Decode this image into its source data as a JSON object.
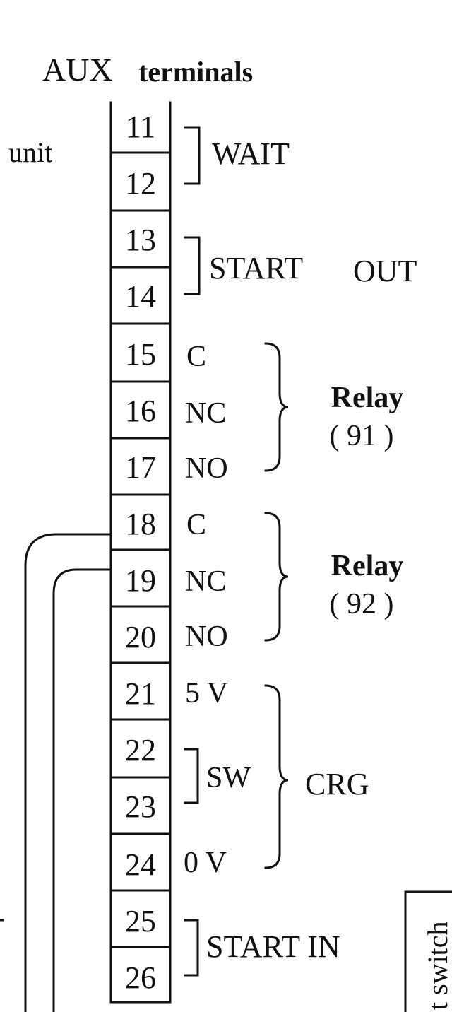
{
  "title": {
    "part1": "AUX",
    "part2": "terminals"
  },
  "left_label": "unit",
  "terminals": [
    "11",
    "12",
    "13",
    "14",
    "15",
    "16",
    "17",
    "18",
    "19",
    "20",
    "21",
    "22",
    "23",
    "24",
    "25",
    "26"
  ],
  "signals": {
    "wait": "WAIT",
    "start_out_1": "START",
    "start_out_2": "OUT",
    "relay91_c": "C",
    "relay91_nc": "NC",
    "relay91_no": "NO",
    "relay91_name": "Relay",
    "relay91_id": "( 91 )",
    "relay92_c": "C",
    "relay92_nc": "NC",
    "relay92_no": "NO",
    "relay92_name": "Relay",
    "relay92_id": "( 92 )",
    "crg_5v": "5 V",
    "crg_sw": "SW",
    "crg_0v": "0 V",
    "crg": "CRG",
    "start_in": "START IN"
  },
  "right_box_text": "t switch"
}
